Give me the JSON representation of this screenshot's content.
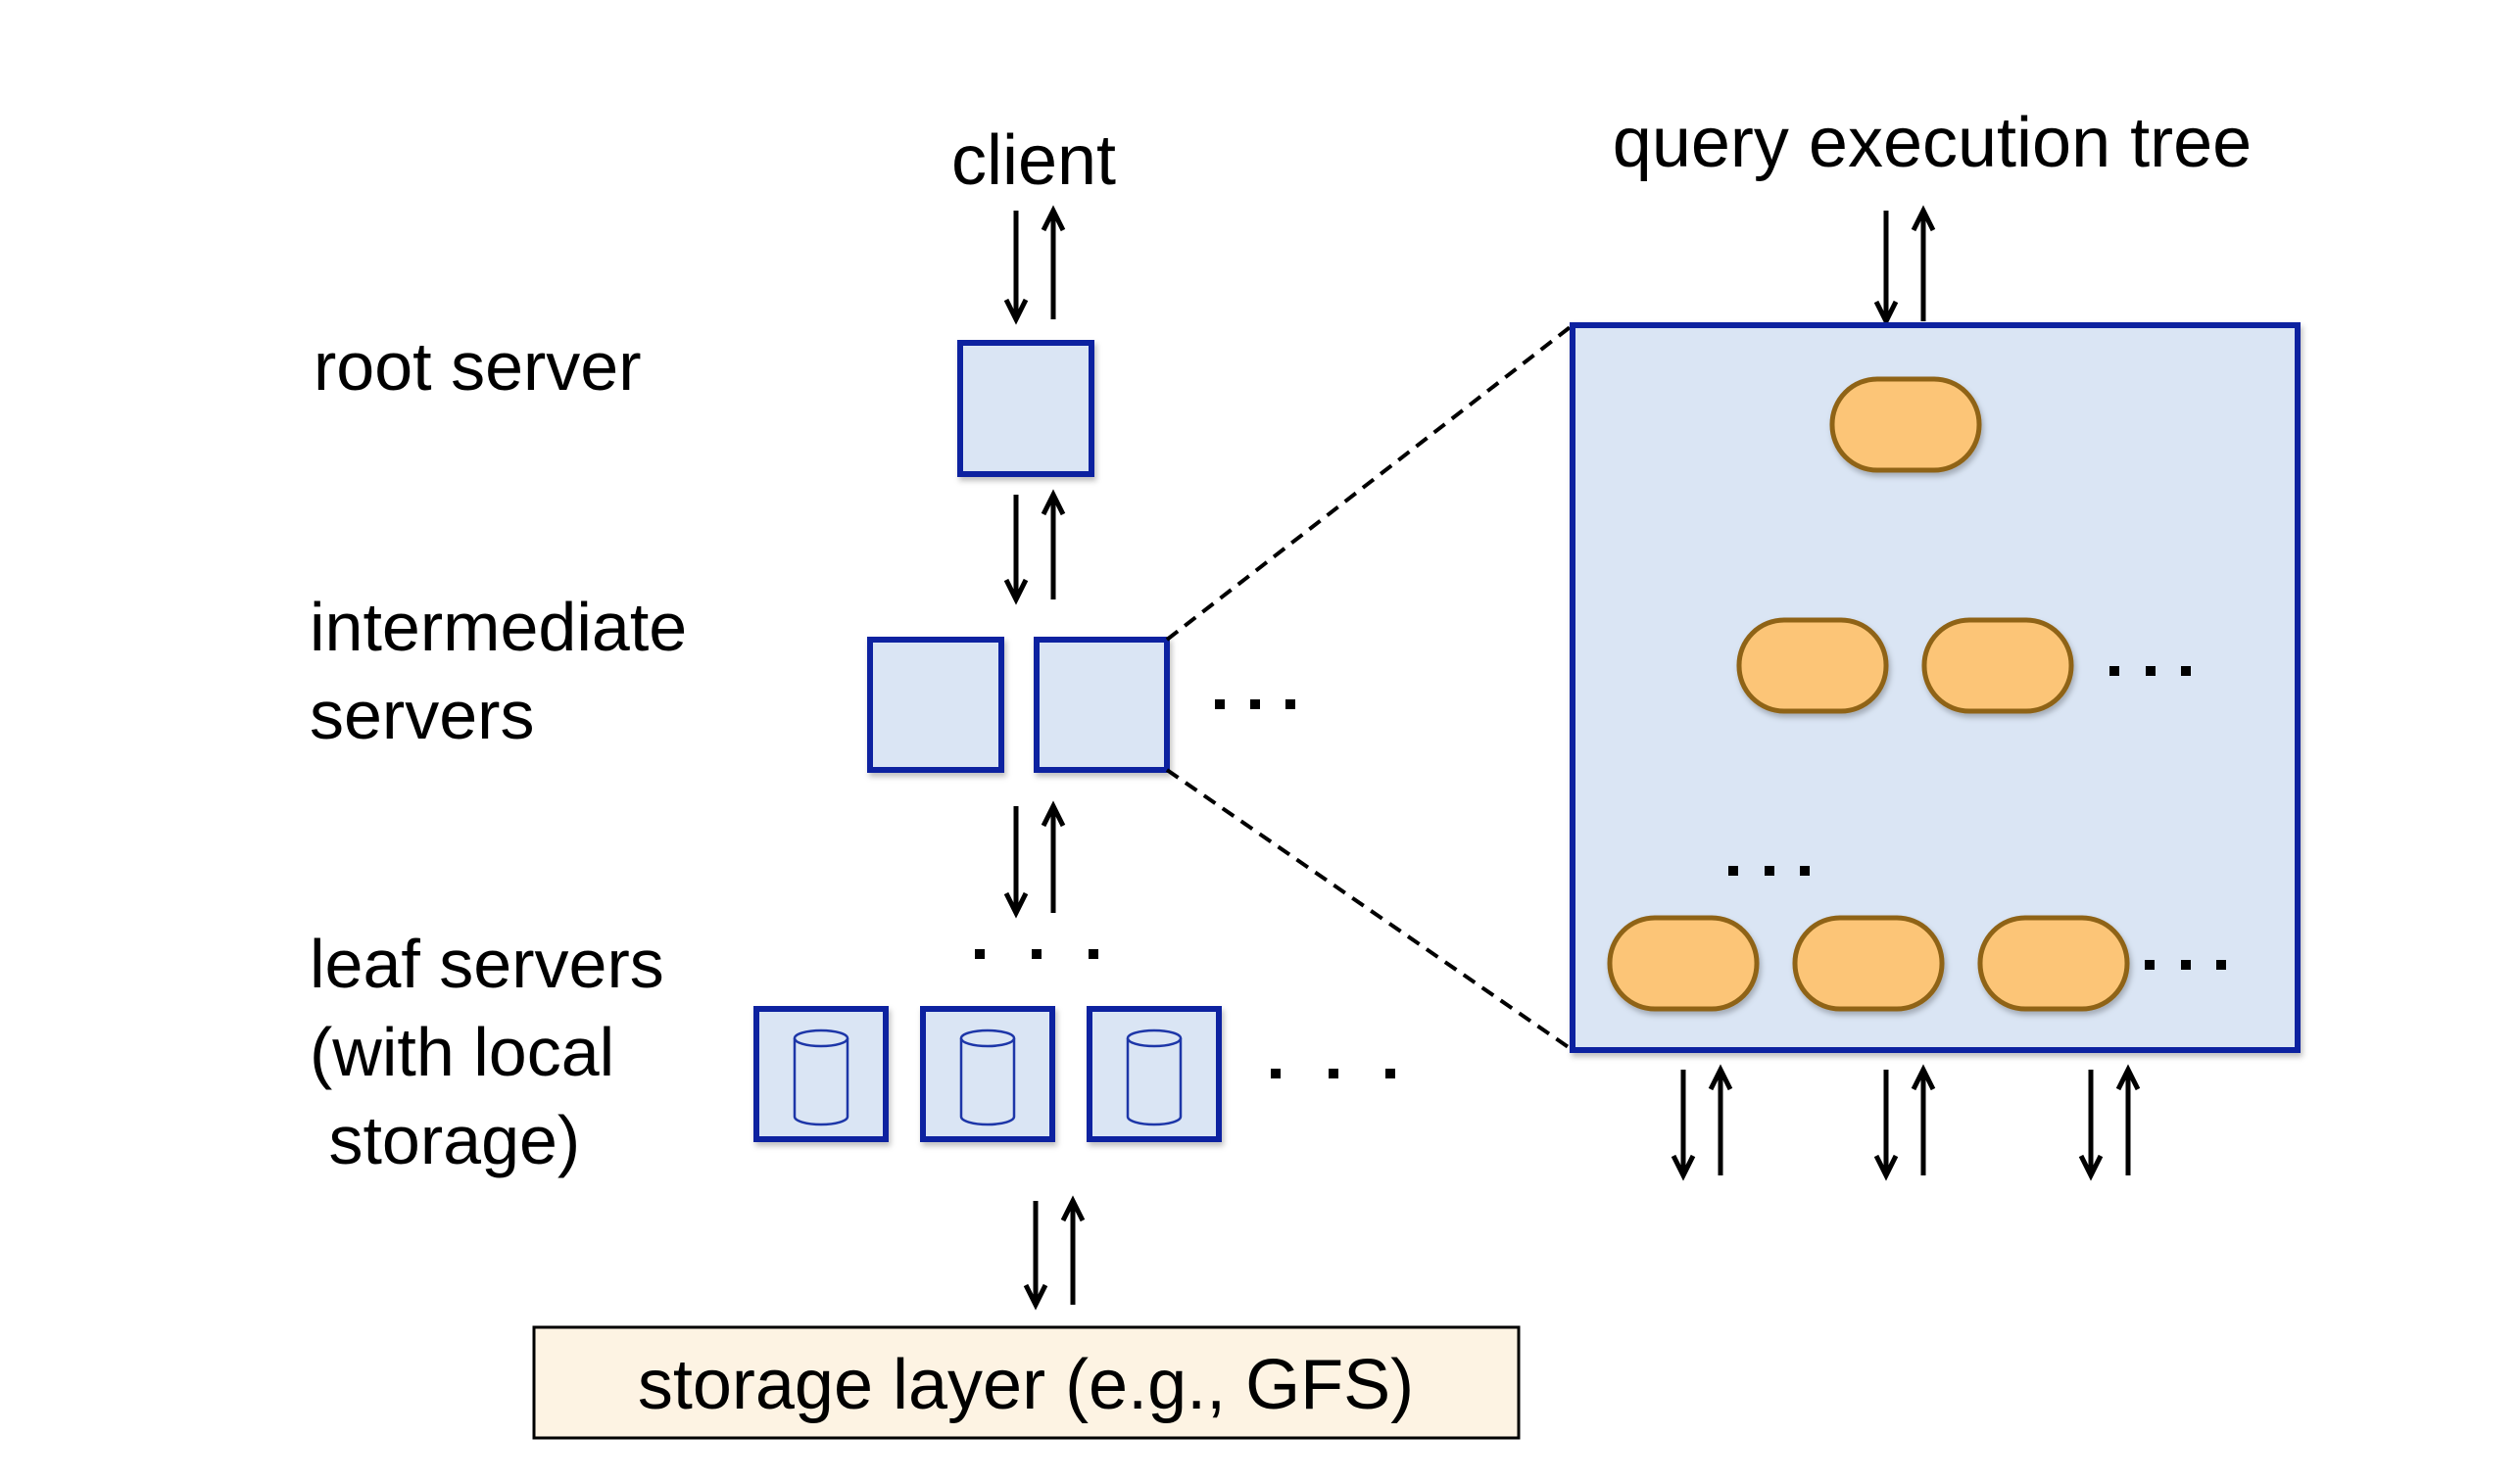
{
  "labels": {
    "client": "client",
    "query_tree": "query execution tree",
    "root": "root server",
    "intermediate_1": "intermediate",
    "intermediate_2": "servers",
    "leaf_1": "leaf servers",
    "leaf_2": "(with local",
    "leaf_3": " storage)",
    "storage": "storage layer (e.g., GFS)"
  },
  "colors": {
    "server_fill": "#dae5f4",
    "server_stroke": "#0b22a0",
    "node_fill": "#fcc577",
    "node_stroke": "#8f6418",
    "storage_fill": "#fdf3e3",
    "arrow": "#000000"
  },
  "icons": {
    "database": "database-cylinder-icon"
  }
}
